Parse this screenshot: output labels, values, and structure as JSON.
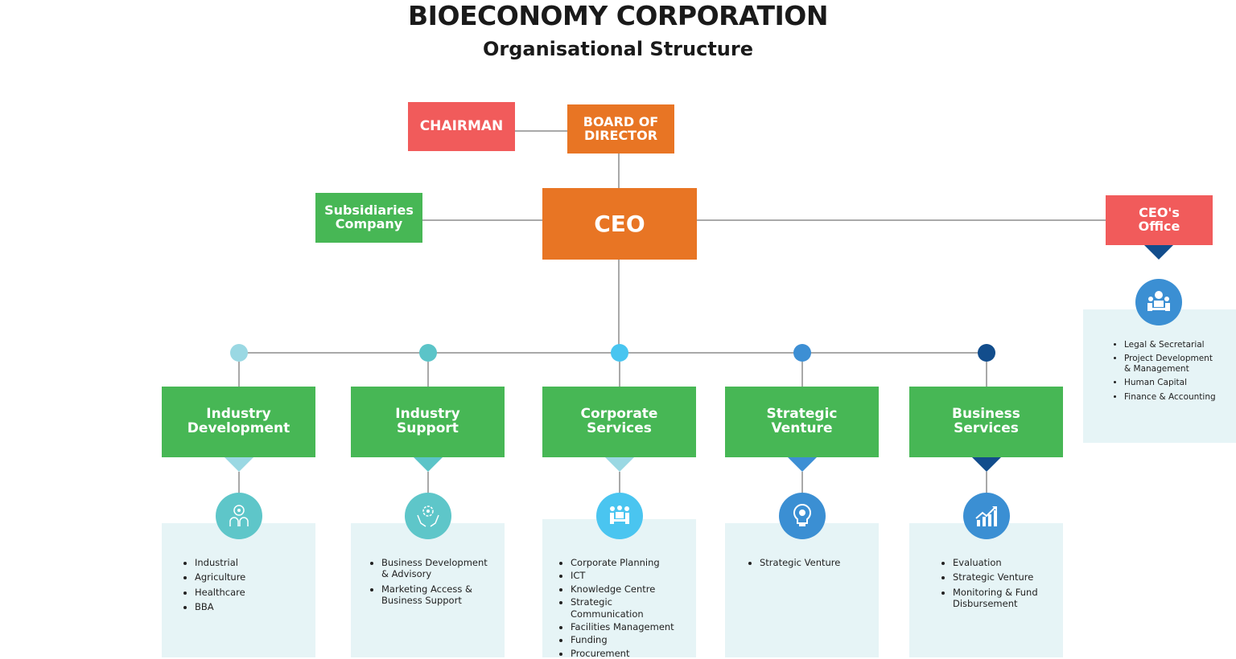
{
  "title": "BIOECONOMY CORPORATION",
  "subtitle": "Organisational Structure",
  "colors": {
    "green": "#47b755",
    "orange": "#e87524",
    "red": "#f15b5b",
    "panel": "#e6f4f6"
  },
  "top": {
    "chairman": "CHAIRMAN",
    "board": "BOARD OF\nDIRECTOR",
    "ceo": "CEO",
    "subsidiaries": "Subsidiaries\nCompany",
    "ceo_office": "CEO's\nOffice"
  },
  "ceo_office_items": [
    "Legal & Secretarial",
    "Project Development & Management",
    "Human Capital",
    "Finance & Accounting"
  ],
  "departments": [
    {
      "label": "Industry\nDevelopment",
      "icon": "innovation-people-icon",
      "dot": "#9ad8e3",
      "items": [
        "Industrial",
        "Agriculture",
        "Healthcare",
        "BBA"
      ]
    },
    {
      "label": "Industry\nSupport",
      "icon": "hands-gear-icon",
      "dot": "#5bc4c8",
      "items": [
        "Business Development & Advisory",
        "Marketing Access & Business Support"
      ]
    },
    {
      "label": "Corporate\nServices",
      "icon": "meeting-icon",
      "dot": "#48c5f0",
      "items": [
        "Corporate Planning",
        "ICT",
        "Knowledge Centre",
        "Strategic Communication",
        "Facilities Management",
        "Funding",
        "Procurement"
      ]
    },
    {
      "label": "Strategic\nVenture",
      "icon": "lightbulb-gear-icon",
      "dot": "#3d8fd4",
      "items": [
        "Strategic Venture"
      ]
    },
    {
      "label": "Business\nServices",
      "icon": "growth-chart-icon",
      "dot": "#124d8c",
      "items": [
        "Evaluation",
        "Strategic Venture",
        "Monitoring & Fund Disbursement"
      ]
    }
  ]
}
